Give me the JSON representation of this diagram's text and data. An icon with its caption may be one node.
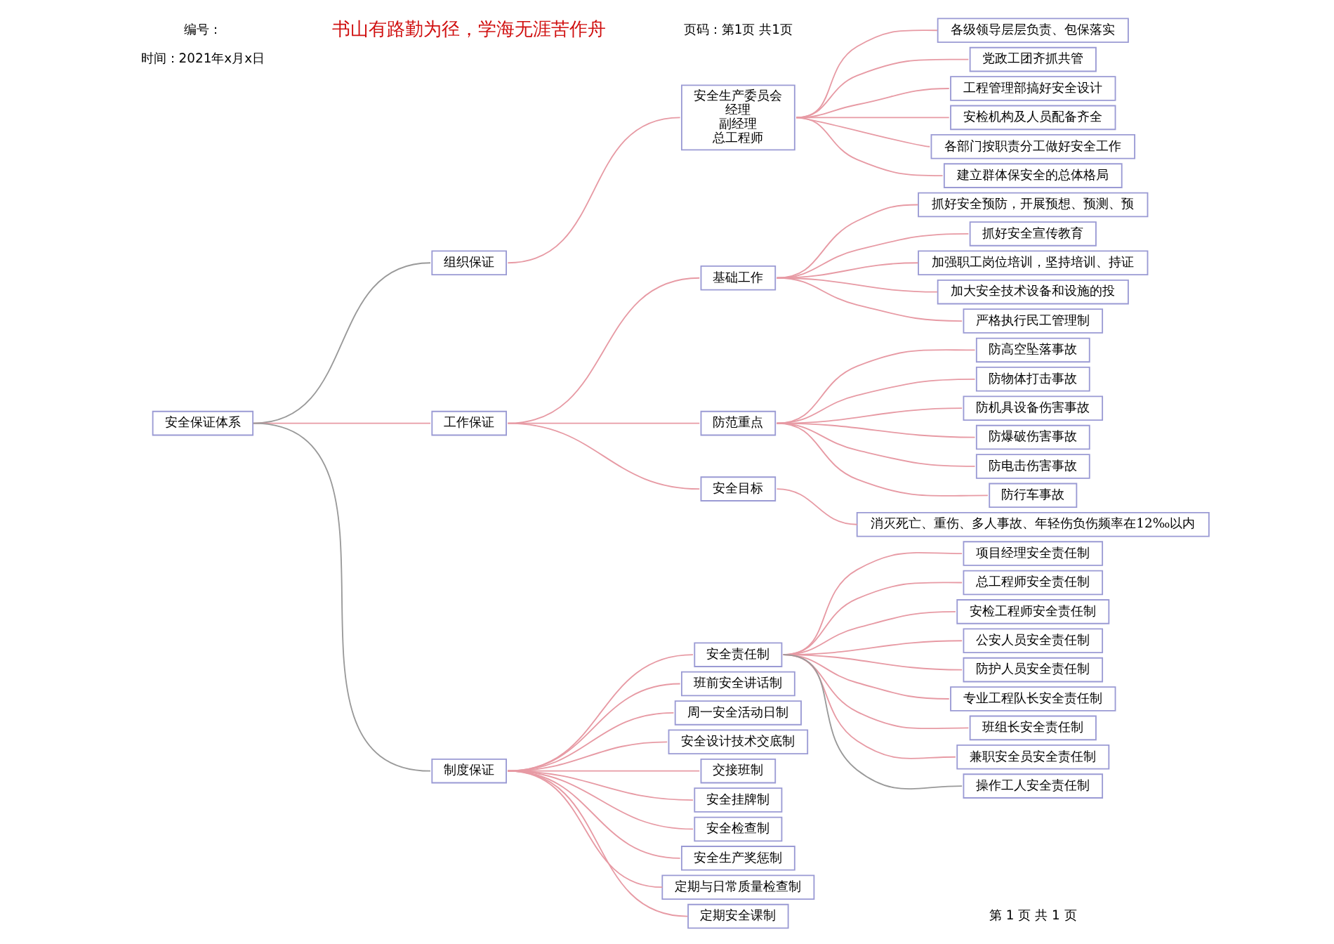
{
  "diagram": {
    "nodes": [
      {
        "text": [
          "安全保证体系"
        ]
      },
      {
        "text": [
          "组织保证"
        ]
      },
      {
        "text": [
          "安全生产委员会",
          "经理",
          "副经理",
          "总工程师"
        ]
      },
      {
        "text": [
          "各级领导层层负责、包保落实"
        ]
      },
      {
        "text": [
          "党政工团齐抓共管"
        ]
      },
      {
        "text": [
          "工程管理部搞好安全设计"
        ]
      },
      {
        "text": [
          "安检机构及人员配备齐全"
        ]
      },
      {
        "text": [
          "各部门按职责分工做好安全工作"
        ]
      },
      {
        "text": [
          "建立群体保安全的总体格局"
        ]
      },
      {
        "text": [
          "工作保证"
        ]
      },
      {
        "text": [
          "基础工作"
        ]
      },
      {
        "text": [
          "抓好安全预防，开展预想、预测、预"
        ]
      },
      {
        "text": [
          "抓好安全宣传教育"
        ]
      },
      {
        "text": [
          "加强职工岗位培训，坚持培训、持证"
        ]
      },
      {
        "text": [
          "加大安全技术设备和设施的投"
        ]
      },
      {
        "text": [
          "严格执行民工管理制"
        ]
      },
      {
        "text": [
          "防范重点"
        ]
      },
      {
        "text": [
          "防高空坠落事故"
        ]
      },
      {
        "text": [
          "防物体打击事故"
        ]
      },
      {
        "text": [
          "防机具设备伤害事故"
        ]
      },
      {
        "text": [
          "防爆破伤害事故"
        ]
      },
      {
        "text": [
          "防电击伤害事故"
        ]
      },
      {
        "text": [
          "防行车事故"
        ]
      },
      {
        "text": [
          "安全目标"
        ]
      },
      {
        "text": [
          "消灭死亡、重伤、多人事故、年轻伤负伤频率在12‰以内"
        ]
      },
      {
        "text": [
          "制度保证"
        ]
      },
      {
        "text": [
          "安全责任制"
        ]
      },
      {
        "text": [
          "项目经理安全责任制"
        ]
      },
      {
        "text": [
          "总工程师安全责任制"
        ]
      },
      {
        "text": [
          "安检工程师安全责任制"
        ]
      },
      {
        "text": [
          "公安人员安全责任制"
        ]
      },
      {
        "text": [
          "防护人员安全责任制"
        ]
      },
      {
        "text": [
          "专业工程队长安全责任制"
        ]
      },
      {
        "text": [
          "班组长安全责任制"
        ]
      },
      {
        "text": [
          "兼职安全员安全责任制"
        ]
      },
      {
        "text": [
          "操作工人安全责任制"
        ]
      },
      {
        "text": [
          "班前安全讲话制"
        ]
      },
      {
        "text": [
          "周一安全活动日制"
        ]
      },
      {
        "text": [
          "安全设计技术交底制"
        ]
      },
      {
        "text": [
          "交接班制"
        ]
      },
      {
        "text": [
          "安全挂牌制"
        ]
      },
      {
        "text": [
          "安全检查制"
        ]
      },
      {
        "text": [
          "安全生产奖惩制"
        ]
      },
      {
        "text": [
          "定期与日常质量检查制"
        ]
      },
      {
        "text": [
          "定期安全课制"
        ]
      }
    ],
    "edges": [
      {
        "from": 0,
        "to": 1,
        "arrow": "none",
        "color": "#999999"
      },
      {
        "from": 1,
        "to": 2,
        "arrow": "none"
      },
      {
        "from": 2,
        "to": 3,
        "arrow": "none"
      },
      {
        "from": 2,
        "to": 4,
        "arrow": "none"
      },
      {
        "from": 2,
        "to": 5,
        "arrow": "none"
      },
      {
        "from": 2,
        "to": 6,
        "arrow": "none"
      },
      {
        "from": 2,
        "to": 7,
        "arrow": "none"
      },
      {
        "from": 2,
        "to": 8,
        "arrow": "none"
      },
      {
        "from": 0,
        "to": 9,
        "arrow": "none"
      },
      {
        "from": 9,
        "to": 10,
        "arrow": "none"
      },
      {
        "from": 10,
        "to": 11,
        "arrow": "none"
      },
      {
        "from": 10,
        "to": 12,
        "arrow": "none"
      },
      {
        "from": 10,
        "to": 13,
        "arrow": "none"
      },
      {
        "from": 10,
        "to": 14,
        "arrow": "none"
      },
      {
        "from": 10,
        "to": 15,
        "arrow": "none"
      },
      {
        "from": 9,
        "to": 16,
        "arrow": "none"
      },
      {
        "from": 16,
        "to": 17,
        "arrow": "none"
      },
      {
        "from": 16,
        "to": 18,
        "arrow": "none"
      },
      {
        "from": 16,
        "to": 19,
        "arrow": "none"
      },
      {
        "from": 16,
        "to": 20,
        "arrow": "none"
      },
      {
        "from": 16,
        "to": 21,
        "arrow": "none"
      },
      {
        "from": 16,
        "to": 22,
        "arrow": "none"
      },
      {
        "from": 9,
        "to": 23,
        "arrow": "none"
      },
      {
        "from": 23,
        "to": 24,
        "arrow": "none"
      },
      {
        "from": 0,
        "to": 25,
        "arrow": "none",
        "color": "#999999"
      },
      {
        "from": 25,
        "to": 26,
        "arrow": "none"
      },
      {
        "from": 26,
        "to": 27,
        "arrow": "none"
      },
      {
        "from": 26,
        "to": 28,
        "arrow": "none"
      },
      {
        "from": 26,
        "to": 29,
        "arrow": "none"
      },
      {
        "from": 26,
        "to": 30,
        "arrow": "none"
      },
      {
        "from": 26,
        "to": 31,
        "arrow": "none"
      },
      {
        "from": 26,
        "to": 32,
        "arrow": "none"
      },
      {
        "from": 26,
        "to": 33,
        "arrow": "none"
      },
      {
        "from": 26,
        "to": 34,
        "arrow": "none"
      },
      {
        "from": 26,
        "to": 35,
        "arrow": "none",
        "color": "#999999"
      },
      {
        "from": 25,
        "to": 36,
        "arrow": "none"
      },
      {
        "from": 25,
        "to": 37,
        "arrow": "none"
      },
      {
        "from": 25,
        "to": 38,
        "arrow": "none"
      },
      {
        "from": 25,
        "to": 39,
        "arrow": "none"
      },
      {
        "from": 25,
        "to": 40,
        "arrow": "none"
      },
      {
        "from": 25,
        "to": 41,
        "arrow": "none"
      },
      {
        "from": 25,
        "to": 42,
        "arrow": "none"
      },
      {
        "from": 25,
        "to": 43,
        "arrow": "none"
      },
      {
        "from": 25,
        "to": 44,
        "arrow": "none"
      }
    ],
    "labels": [
      "编号：",
      "时间：2021年x月x日",
      "书山有路勤为径，学海无涯苦作舟",
      "页码：第1页 共1页",
      "第 1 页 共 1 页"
    ]
  }
}
